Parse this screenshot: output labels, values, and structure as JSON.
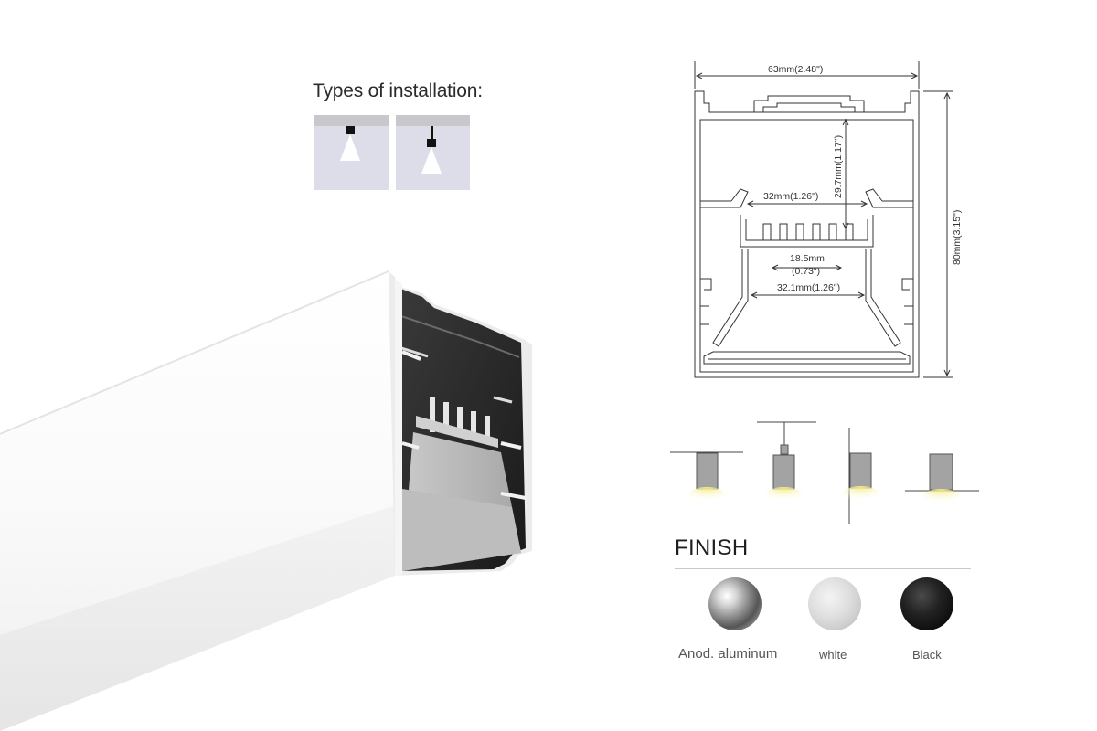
{
  "installation": {
    "title": "Types of installation:",
    "types": [
      "surface-mounted",
      "suspended"
    ]
  },
  "drawing": {
    "width_label": "63mm(2.48\")",
    "height_label": "80mm(3.15\")",
    "inner_height_label": "29.7mm(1.17\")",
    "inner_width_label": "32mm(1.26\")",
    "slot_label_1": "18.5mm",
    "slot_label_2": "(0.73\")",
    "bottom_width_label": "32.1mm(1.26\")"
  },
  "mounting": [
    "surface",
    "suspended",
    "wall",
    "recessed"
  ],
  "finish": {
    "title": "FINISH",
    "options": [
      {
        "label": "Anod. aluminum",
        "color": "#8a8a8a"
      },
      {
        "label": "white",
        "color": "#dedede"
      },
      {
        "label": "Black",
        "color": "#111111"
      }
    ]
  }
}
